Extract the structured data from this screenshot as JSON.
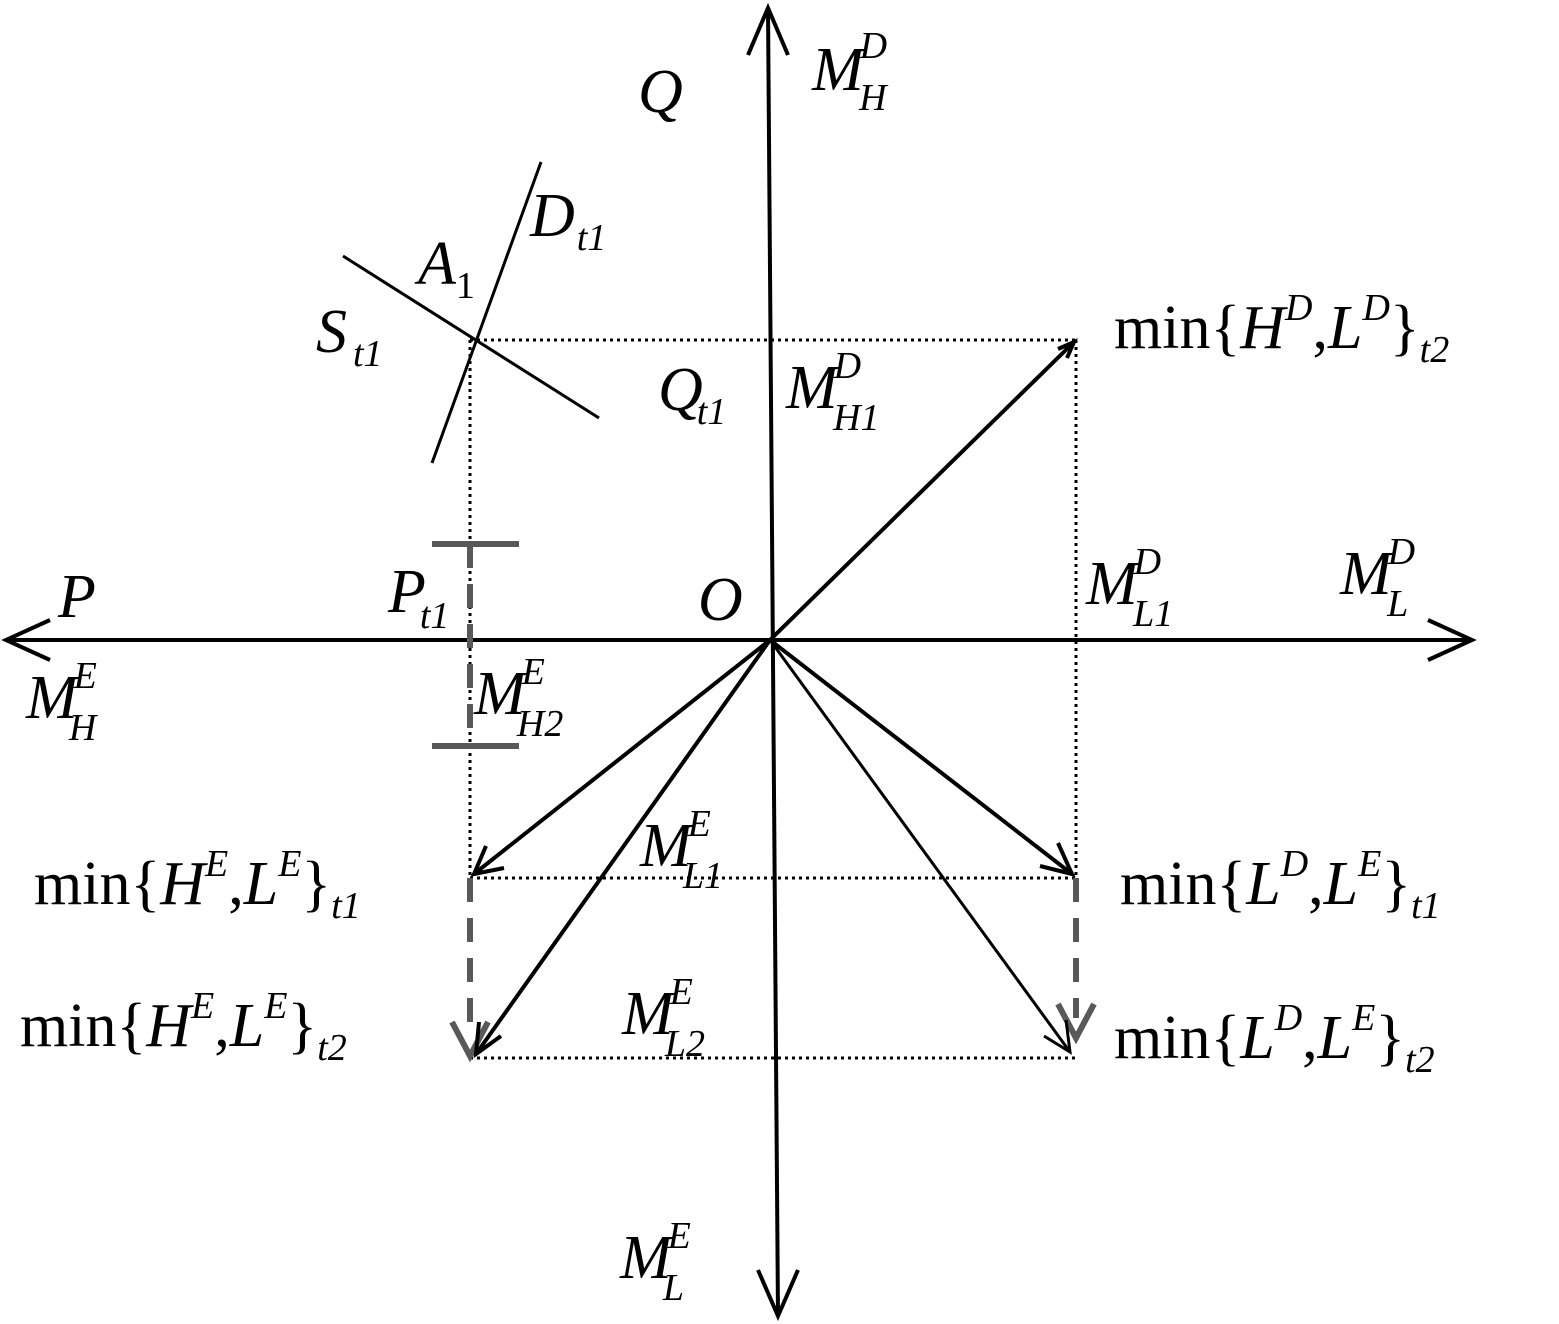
{
  "labels": {
    "Q": "Q",
    "P": "P",
    "O": "O",
    "A1_main": "A",
    "A1_sub": "1",
    "D_main": "D",
    "D_sub": "t1",
    "S_main": "S",
    "S_sub": "t1",
    "Q1_main": "Q",
    "Q1_sub": "t1",
    "P1_main": "P",
    "P1_sub": "t1",
    "MHD_main": "M",
    "MHD_sup": "D",
    "MHD_sub": "H",
    "MHD1_main": "M",
    "MHD1_sup": "D",
    "MHD1_sub": "H1",
    "MLD_main": "M",
    "MLD_sup": "D",
    "MLD_sub": "L",
    "MLD1_main": "M",
    "MLD1_sup": "D",
    "MLD1_sub": "L1",
    "MHE_main": "M",
    "MHE_sup": "E",
    "MHE_sub": "H",
    "MHE2_main": "M",
    "MHE2_sup": "E",
    "MHE2_sub": "H2",
    "MLE_main": "M",
    "MLE_sup": "E",
    "MLE_sub": "L",
    "MLE1_main": "M",
    "MLE1_sup": "E",
    "MLE1_sub": "L1",
    "MLE2_main": "M",
    "MLE2_sup": "E",
    "MLE2_sub": "L2",
    "min_HD_LD_t2": {
      "fn": "min{",
      "a": "H",
      "a_sup": "D",
      "comma": ",",
      "b": "L",
      "b_sup": "D",
      "close": "}",
      "sub": "t2"
    },
    "min_HE_LE_t1": {
      "fn": "min{",
      "a": "H",
      "a_sup": "E",
      "comma": ",",
      "b": "L",
      "b_sup": "E",
      "close": "}",
      "sub": "t1"
    },
    "min_HE_LE_t2": {
      "fn": "min{",
      "a": "H",
      "a_sup": "E",
      "comma": ",",
      "b": "L",
      "b_sup": "E",
      "close": "}",
      "sub": "t2"
    },
    "min_LD_LE_t1": {
      "fn": "min{",
      "a": "L",
      "a_sup": "D",
      "comma": ",",
      "b": "L",
      "b_sup": "E",
      "close": "}",
      "sub": "t1"
    },
    "min_LD_LE_t2": {
      "fn": "min{",
      "a": "L",
      "a_sup": "D",
      "comma": ",",
      "b": "L",
      "b_sup": "E",
      "close": "}",
      "sub": "t2"
    }
  },
  "colors": {
    "line": "#000000",
    "dashed_gray": "#595959",
    "background": "#ffffff"
  }
}
